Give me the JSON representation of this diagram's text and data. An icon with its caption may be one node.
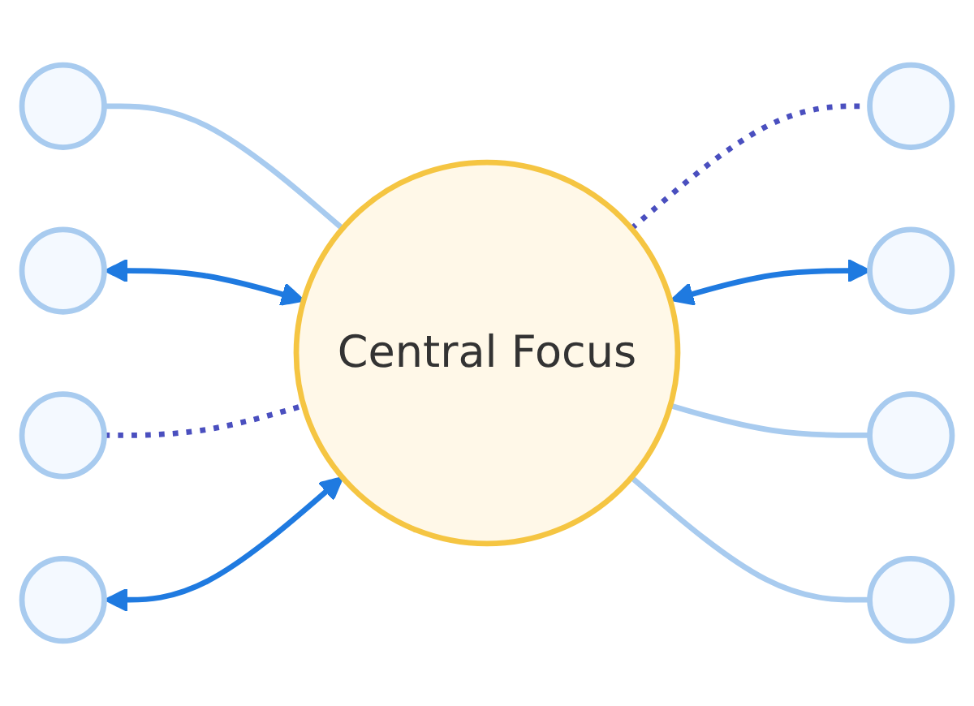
{
  "diagram": {
    "nodes": [
      {
        "text": [
          "Central Focus"
        ]
      },
      {
        "text": [],
        "shape": "circle"
      },
      {
        "text": [],
        "shape": "circle"
      },
      {
        "text": [],
        "shape": "circle"
      },
      {
        "text": [],
        "shape": "circle"
      },
      {
        "text": [],
        "shape": "circle"
      },
      {
        "text": [],
        "shape": "circle"
      },
      {
        "text": [],
        "shape": "circle"
      },
      {
        "text": [],
        "shape": "circle"
      }
    ],
    "edges": [
      {
        "from": 1,
        "to": 0,
        "arrow": "none",
        "color": "#a8cbef"
      },
      {
        "from": 2,
        "to": 0,
        "arrow": "both",
        "color": "#1f7ae0"
      },
      {
        "from": 4,
        "to": 0,
        "arrow": "none",
        "style": "dashed",
        "color": "#4a4fbf"
      },
      {
        "from": 6,
        "to": 0,
        "arrow": "both",
        "color": "#1f7ae0"
      },
      {
        "from": 0,
        "to": 3,
        "arrow": "none",
        "style": "dashed",
        "color": "#4a4fbf"
      },
      {
        "from": 0,
        "to": 5,
        "arrow": "both",
        "color": "#1f7ae0"
      },
      {
        "from": 0,
        "to": 7,
        "arrow": "none",
        "color": "#a8cbef"
      },
      {
        "from": 0,
        "to": 8,
        "arrow": "none",
        "color": "#a8cbef"
      }
    ]
  }
}
